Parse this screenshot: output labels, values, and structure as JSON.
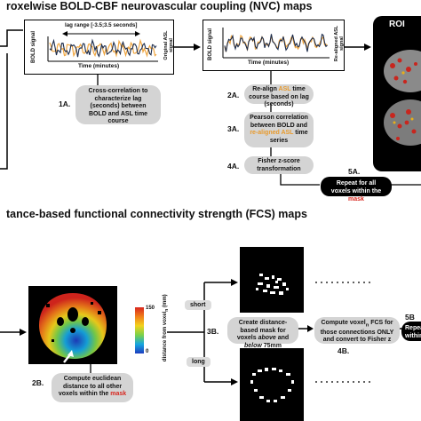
{
  "section_a": {
    "title": "roxelwise BOLD-CBF neurovascular coupling (NVC) maps",
    "chart1": {
      "lag_range": "lag range [-3.5;3.5 seconds]",
      "y_left": "BOLD signal",
      "y_right": "Original ASL signal",
      "x_label": "Time (minutes)"
    },
    "chart2": {
      "y_left": "BOLD signal",
      "y_right": "Re-aligned ASL signal",
      "x_label": "Time (minutes)"
    },
    "step_1a": {
      "num": "1A.",
      "text": "Cross-correlation to characterize lag (seconds) between BOLD and ASL time course"
    },
    "step_2a": {
      "num": "2A.",
      "text_pre": "Re-align ",
      "text_hl": "ASL",
      "text_post": " time course based on lag (seconds)"
    },
    "step_3a": {
      "num": "3A.",
      "text_pre": "Pearson correlation between BOLD and ",
      "text_hl": "re-aligned ASL",
      "text_post": " time series"
    },
    "step_4a": {
      "num": "4A.",
      "text": "Fisher z-score transformation"
    },
    "step_5a": {
      "num": "5A.",
      "text_pre": "Repeat for all voxels within the ",
      "text_hl": "mask"
    },
    "roi_label": "ROI"
  },
  "section_b": {
    "title": "tance-based functional connectivity strength (FCS) maps",
    "colorbar": {
      "max": "150",
      "min": "0",
      "label": "distance from voxel",
      "label_sub": "n",
      "label_unit": " (mm)"
    },
    "step_2b": {
      "num": "2B.",
      "text_pre": "Compute euclidean distance to all other voxels within the ",
      "text_hl": "mask"
    },
    "tag_short": "short",
    "tag_long": "long",
    "step_3b": {
      "num": "3B.",
      "text_pre": "Create distance-based mask for voxels ",
      "text_above": "above",
      "text_mid": " and ",
      "text_below": "below",
      "text_post": " 75mm"
    },
    "step_4b": {
      "num": "4B.",
      "text_pre": "Compute voxel",
      "text_sub": "n",
      "text_post": " FCS for those connections ONLY and convert to Fisher z"
    },
    "step_5b": {
      "num": "5B",
      "text": "Repeat f within th"
    }
  },
  "colors": {
    "bold": "#1a2a4a",
    "asl": "#f0a640",
    "red": "#d7261e",
    "pill": "#d4d4d4"
  }
}
